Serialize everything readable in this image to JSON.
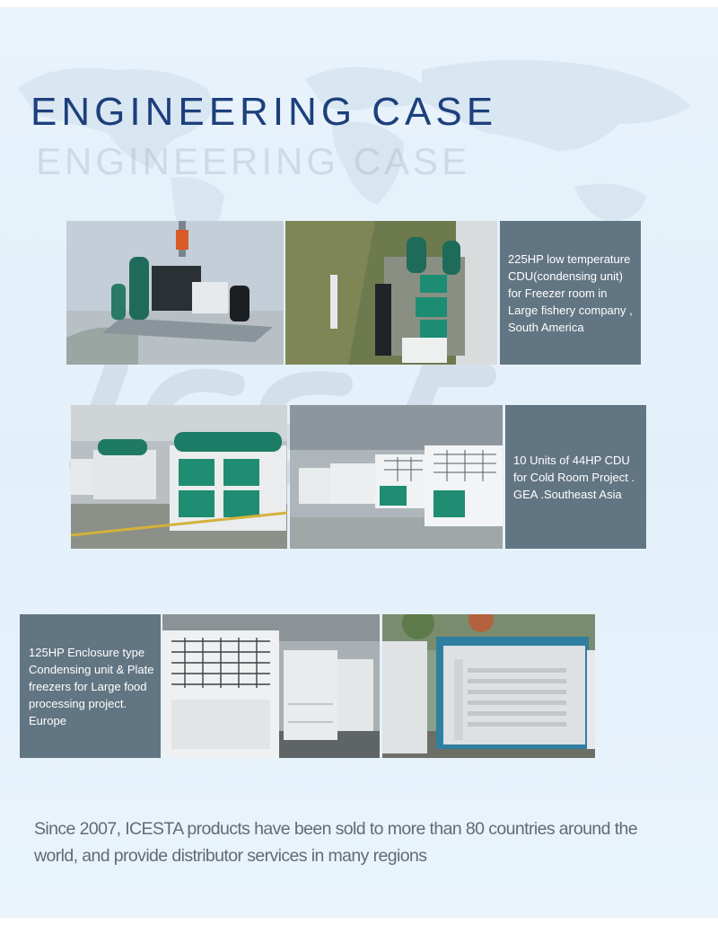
{
  "header": {
    "title": "ENGINEERING CASE",
    "title_shadow": "ENGINEERING CASE"
  },
  "cases": [
    {
      "caption": "225HP low temperature CDU(condensing unit) for Freezer room in Large fishery company , South America",
      "photos": [
        "condensing-unit-lifted-by-crane-photo",
        "condensing-unit-installed-outdoor-photo"
      ]
    },
    {
      "caption": "10 Units of 44HP CDU for Cold Room Project . GEA .Southeast Asia",
      "photos": [
        "cdu-units-in-factory-photo",
        "cdu-units-row-in-workshop-photo"
      ]
    },
    {
      "caption": "125HP Enclosure type Condensing unit & Plate freezers for Large food processing project. Europe",
      "photos": [
        "enclosure-condensing-units-photo",
        "plate-freezer-container-photo"
      ]
    }
  ],
  "footer": {
    "text": "Since 2007, ICESTA products have been sold to more than 80 countries around the world, and provide distributor services in many regions"
  },
  "colors": {
    "title": "#1d3f7c",
    "caption_bg": "#627582",
    "background": "#e6f2fb",
    "body_text": "#666a70"
  }
}
